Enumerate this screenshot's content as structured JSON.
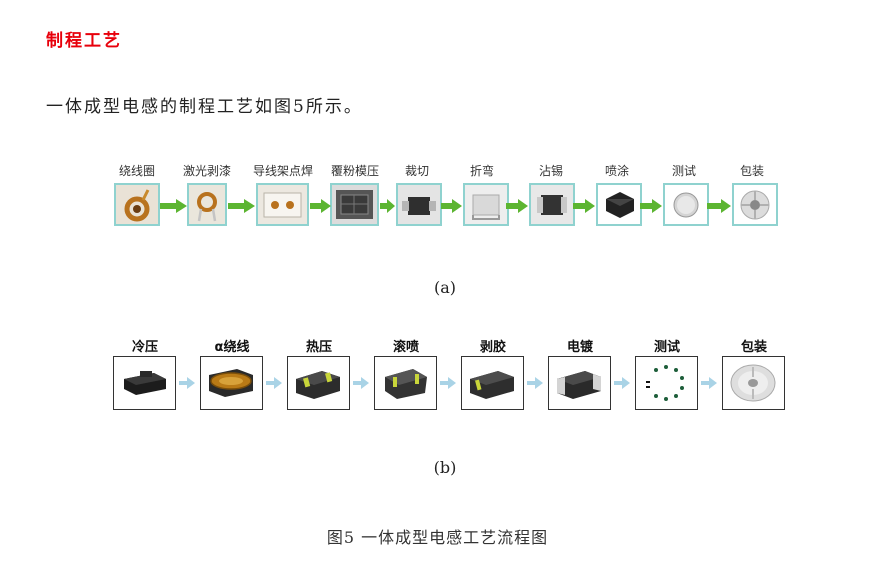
{
  "heading": "制程工艺",
  "intro": "一体成型电感的制程工艺如图5所示。",
  "figure_a": {
    "caption": "(a)",
    "steps": [
      {
        "label": "绕线圈",
        "icon": "coil-photo-icon"
      },
      {
        "label": "激光剥漆",
        "icon": "laser-strip-photo-icon"
      },
      {
        "label": "导线架点焊",
        "icon": "leadframe-weld-photo-icon"
      },
      {
        "label": "覆粉模压",
        "icon": "powder-mold-photo-icon"
      },
      {
        "label": "裁切",
        "icon": "cutting-photo-icon"
      },
      {
        "label": "折弯",
        "icon": "bending-photo-icon"
      },
      {
        "label": "沾锡",
        "icon": "tin-dip-photo-icon"
      },
      {
        "label": "喷涂",
        "icon": "spray-photo-icon"
      },
      {
        "label": "测试",
        "icon": "test-photo-icon"
      },
      {
        "label": "包装",
        "icon": "packaging-reel-photo-icon"
      }
    ],
    "colors": {
      "arrow": "#5cb531",
      "box_border": "#8fd2cf"
    }
  },
  "figure_b": {
    "caption": "(b)",
    "steps": [
      {
        "label": "冷压",
        "icon": "cold-press-photo-icon"
      },
      {
        "label": "α绕线",
        "icon": "alpha-winding-photo-icon"
      },
      {
        "label": "热压",
        "icon": "hot-press-photo-icon"
      },
      {
        "label": "滚喷",
        "icon": "roll-spray-photo-icon"
      },
      {
        "label": "剥胶",
        "icon": "strip-glue-photo-icon"
      },
      {
        "label": "电镀",
        "icon": "plating-photo-icon"
      },
      {
        "label": "测试",
        "icon": "test-dots-icon"
      },
      {
        "label": "包装",
        "icon": "packaging-reel-photo-icon"
      }
    ],
    "colors": {
      "arrow": "#a9d3e6",
      "box_border": "#333333"
    }
  },
  "figure_caption": "图5 一体成型电感工艺流程图",
  "colors": {
    "heading": "#e8000b"
  }
}
